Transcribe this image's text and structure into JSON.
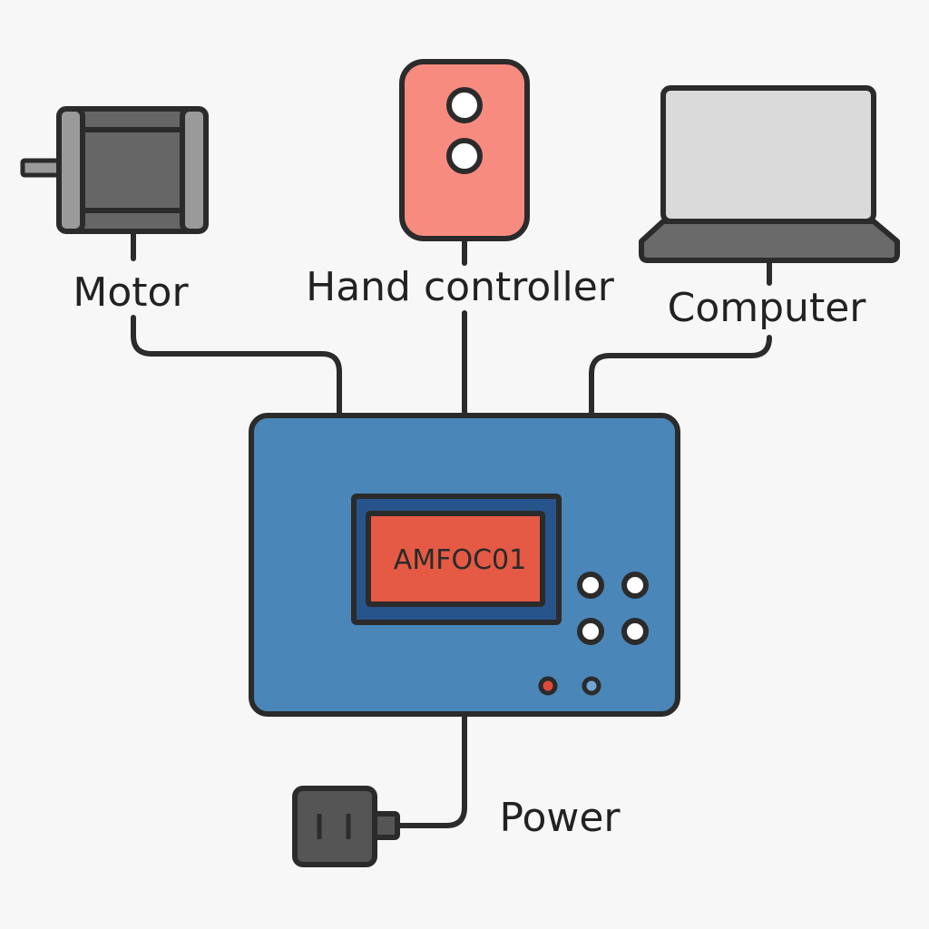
{
  "labels": {
    "motor": "Motor",
    "hand_controller": "Hand controller",
    "computer": "Computer",
    "power": "Power"
  },
  "controller": {
    "display_text": "AMFOC01"
  },
  "colors": {
    "background": "#f7f7f7",
    "outline": "#2b2b2b",
    "wire": "#2b2b2b",
    "controller_body": "#4a86b8",
    "display_frame": "#27548a",
    "display_screen": "#e45a45",
    "hand_controller_body": "#f78b80",
    "motor_body": "#666666",
    "motor_end_cap": "#9a9a9a",
    "laptop_screen": "#dadada",
    "laptop_base": "#6a6a6a",
    "plug_body": "#555555",
    "led_red": "#e04a3a",
    "led_blue": "#6fa6d6",
    "button_fill": "#ffffff"
  },
  "icons": {
    "motor": "stepper-motor-icon",
    "hand_controller": "hand-controller-icon",
    "computer": "laptop-icon",
    "power": "power-plug-icon"
  }
}
